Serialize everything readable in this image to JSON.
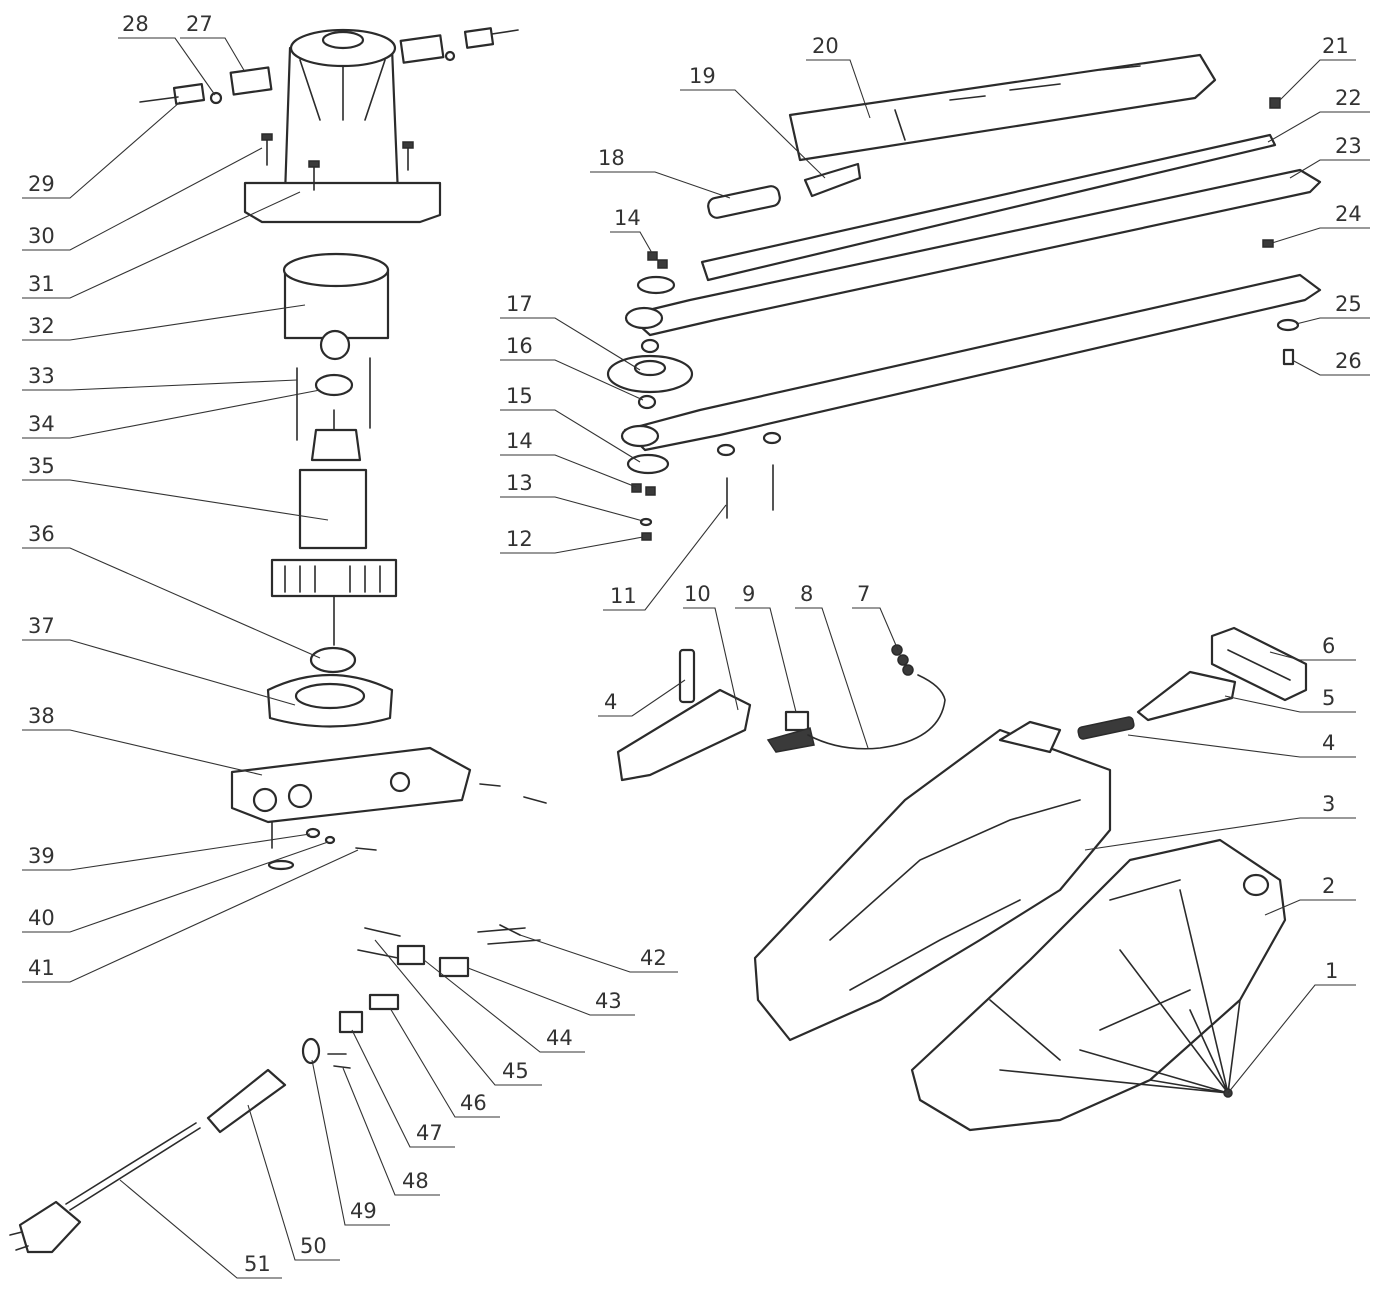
{
  "diagram": {
    "colors": {
      "line": "#2b2b2b",
      "background": "#ffffff"
    },
    "callouts": [
      {
        "n": "1"
      },
      {
        "n": "2"
      },
      {
        "n": "3"
      },
      {
        "n": "4"
      },
      {
        "n": "4"
      },
      {
        "n": "5"
      },
      {
        "n": "6"
      },
      {
        "n": "7"
      },
      {
        "n": "8"
      },
      {
        "n": "9"
      },
      {
        "n": "10"
      },
      {
        "n": "11"
      },
      {
        "n": "12"
      },
      {
        "n": "13"
      },
      {
        "n": "14"
      },
      {
        "n": "14"
      },
      {
        "n": "15"
      },
      {
        "n": "16"
      },
      {
        "n": "17"
      },
      {
        "n": "18"
      },
      {
        "n": "19"
      },
      {
        "n": "20"
      },
      {
        "n": "21"
      },
      {
        "n": "22"
      },
      {
        "n": "23"
      },
      {
        "n": "24"
      },
      {
        "n": "25"
      },
      {
        "n": "26"
      },
      {
        "n": "27"
      },
      {
        "n": "28"
      },
      {
        "n": "29"
      },
      {
        "n": "30"
      },
      {
        "n": "31"
      },
      {
        "n": "32"
      },
      {
        "n": "33"
      },
      {
        "n": "34"
      },
      {
        "n": "35"
      },
      {
        "n": "36"
      },
      {
        "n": "37"
      },
      {
        "n": "38"
      },
      {
        "n": "39"
      },
      {
        "n": "40"
      },
      {
        "n": "41"
      },
      {
        "n": "42"
      },
      {
        "n": "43"
      },
      {
        "n": "44"
      },
      {
        "n": "45"
      },
      {
        "n": "46"
      },
      {
        "n": "47"
      },
      {
        "n": "48"
      },
      {
        "n": "49"
      },
      {
        "n": "50"
      },
      {
        "n": "51"
      }
    ]
  }
}
